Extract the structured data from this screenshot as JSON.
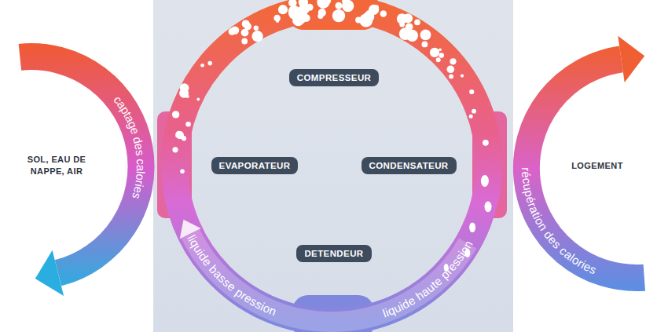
{
  "diagram": {
    "nodes": [
      {
        "text": [
          "COMPRESSEUR"
        ]
      },
      {
        "text": [
          "EVAPORATEUR"
        ]
      },
      {
        "text": [
          "CONDENSATEUR"
        ]
      },
      {
        "text": [
          "DETENDEUR"
        ]
      }
    ],
    "labels": [
      "captage des calories",
      "SOL, EAU DE NAPPE, AIR",
      "LOGEMENT",
      "récupération des calories",
      "liquide basse pression",
      "liquide haute pression"
    ]
  }
}
